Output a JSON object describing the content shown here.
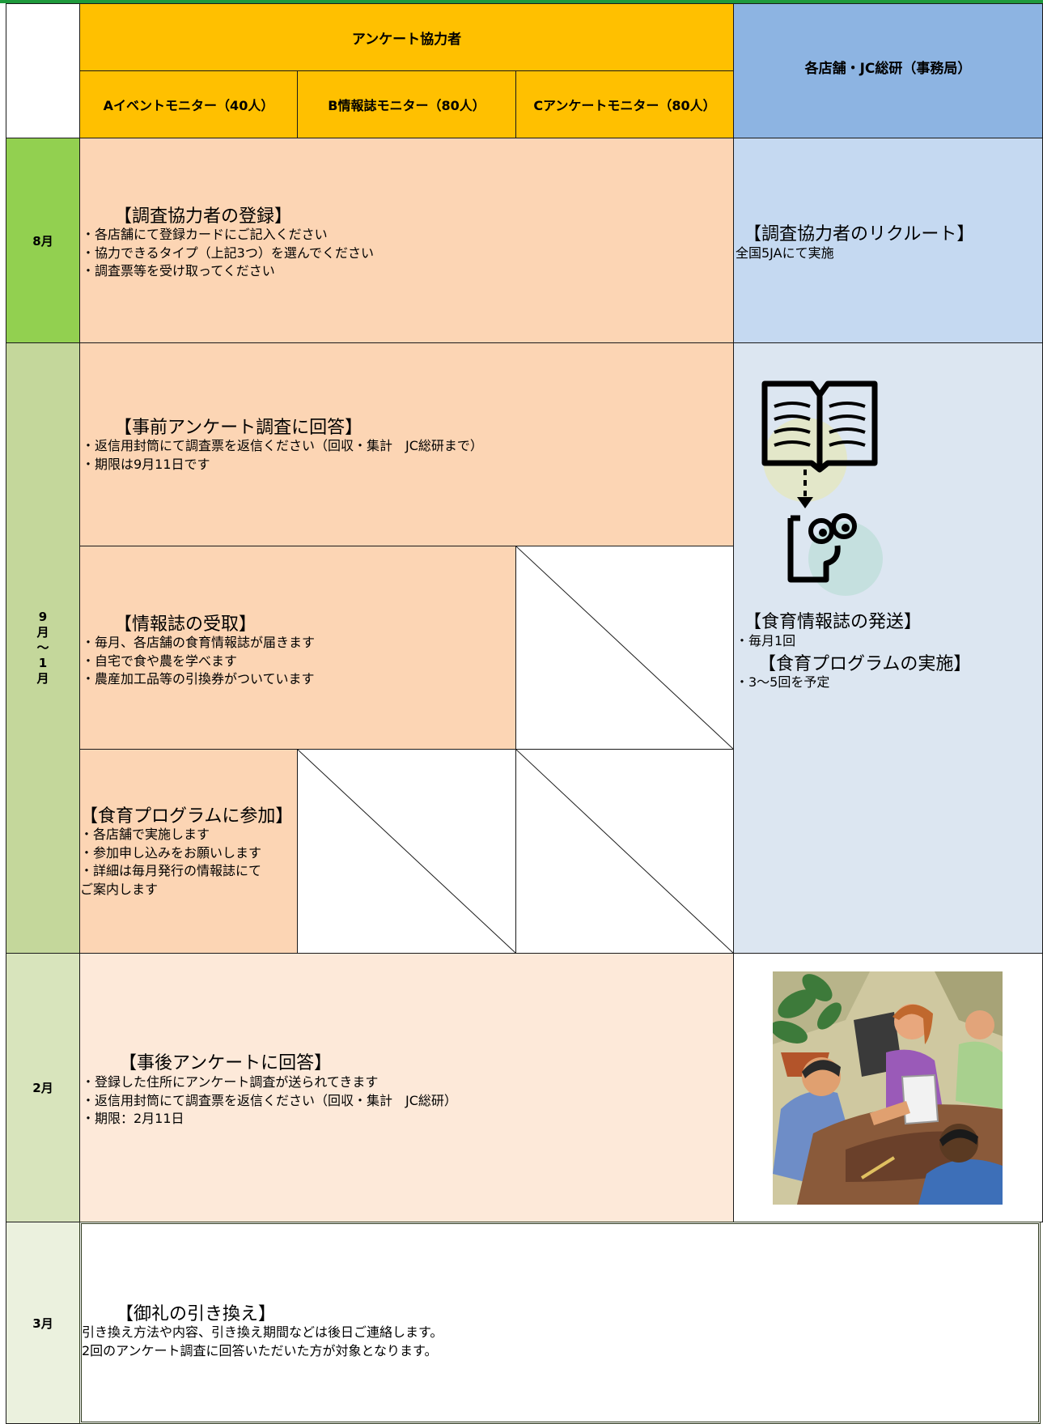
{
  "header": {
    "group_title": "アンケート協力者",
    "col_a": "Aイベントモニター（40人）",
    "col_b": "B情報誌モニター（80人）",
    "col_c": "Cアンケートモニター（80人）",
    "right_title": "各店舗・JC総研（事務局）"
  },
  "rows": {
    "aug": {
      "month": "8月",
      "left": {
        "title": "【調査協力者の登録】",
        "lines": [
          "・各店舗にて登録カードにご記入ください",
          "・協力できるタイプ（上記3つ）を選んでください",
          "・調査票等を受け取ってください"
        ]
      },
      "right": {
        "title": "【調査協力者のリクルート】",
        "lines": [
          "全国5JAにて実施"
        ]
      }
    },
    "sep_jan": {
      "month_chars": [
        "9",
        "月",
        "～",
        "1",
        "月"
      ],
      "pre_survey": {
        "title": "【事前アンケート調査に回答】",
        "lines": [
          "・返信用封筒にて調査票を返信ください（回収・集計　JC総研まで）",
          "・期限は9月11日です"
        ]
      },
      "magazine": {
        "title": "【情報誌の受取】",
        "lines": [
          "・毎月、各店舗の食育情報誌が届きます",
          "・自宅で食や農を学べます",
          "・農産加工品等の引換券がついています"
        ]
      },
      "program": {
        "title": "【食育プログラムに参加】",
        "lines": [
          "・各店舗で実施します",
          "・参加申し込みをお願いします",
          "・詳細は毎月発行の情報誌にて",
          "ご案内します"
        ]
      },
      "right": {
        "title1": "【食育情報誌の発送】",
        "line1": "・毎月1回",
        "title2": "【食育プログラムの実施】",
        "line2": "・3～5回を予定",
        "icon": "book-reader-clipart-icon"
      }
    },
    "feb": {
      "month": "2月",
      "left": {
        "title": "【事後アンケートに回答】",
        "lines": [
          "・登録した住所にアンケート調査が送られてきます",
          "・返信用封筒にて調査票を返信ください（回収・集計　JC総研）",
          "・期限：2月11日"
        ]
      },
      "right": {
        "icon": "business-meeting-clipart-icon"
      }
    },
    "mar": {
      "month": "3月",
      "content": {
        "title": "【御礼の引き換え】",
        "lines": [
          "引き換え方法や内容、引き換え期間などは後日ご連絡します。",
          "2回のアンケート調査に回答いただいた方が対象となります。"
        ]
      }
    }
  },
  "colors": {
    "top_border": "#1e9a3c",
    "header_orange": "#ffc000",
    "header_blue": "#8db4e2",
    "peach": "#fcd5b4",
    "light_peach": "#fde9d9",
    "pale_blue_aug": "#c5d9f1",
    "pale_blue": "#dce6f1",
    "green_aug": "#92d050",
    "green_sep": "#c4d79b",
    "green_feb": "#d8e4bc",
    "green_mar": "#ebf1de"
  }
}
